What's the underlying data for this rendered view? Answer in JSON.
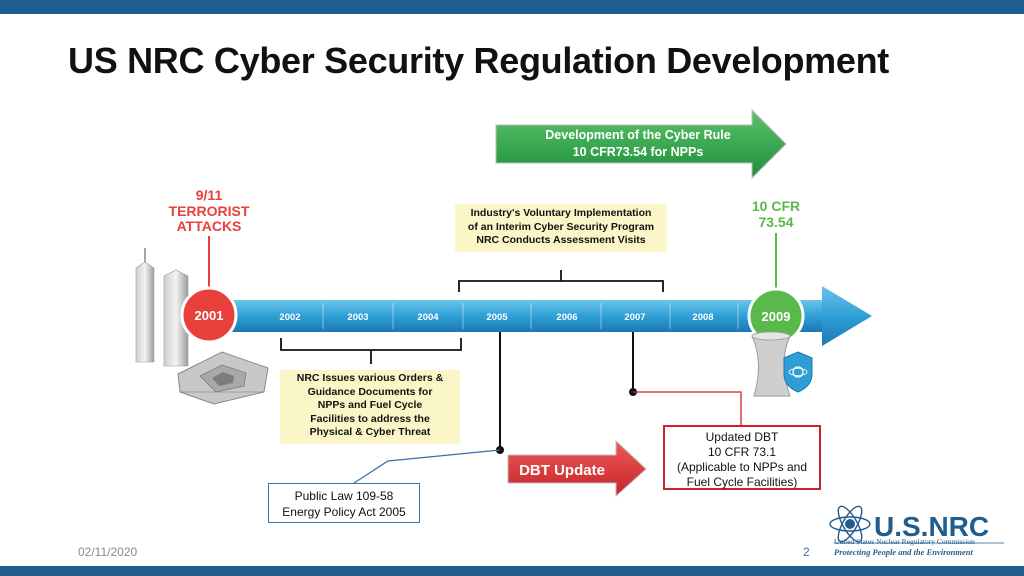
{
  "slide": {
    "title": "US NRC Cyber Security Regulation Development",
    "date": "02/11/2020",
    "page_number": "2"
  },
  "green_arrow": {
    "line1": "Development of the Cyber Rule",
    "line2": "10 CFR73.54 for NPPs"
  },
  "event_911": {
    "line1": "9/11",
    "line2": "TERRORIST",
    "line3": "ATTACKS"
  },
  "event_cfr": {
    "line1": "10 CFR",
    "line2": "73.54"
  },
  "industry_box": {
    "line1": "Industry's Voluntary Implementation",
    "line2": "of an Interim Cyber Security Program",
    "line3": "NRC Conducts Assessment Visits"
  },
  "nrc_orders_box": {
    "line1": "NRC Issues various Orders &",
    "line2": "Guidance Documents for",
    "line3": "NPPs and Fuel Cycle",
    "line4": "Facilities to address the",
    "line5": "Physical & Cyber Threat"
  },
  "updated_dbt_box": {
    "line1": "Updated DBT",
    "line2": "10 CFR 73.1",
    "line3": "(Applicable to NPPs and",
    "line4": "Fuel Cycle Facilities)"
  },
  "public_law_box": {
    "line1": "Public Law 109-58",
    "line2": "Energy Policy Act 2005"
  },
  "dbt_arrow": {
    "label": "DBT Update"
  },
  "timeline": {
    "start_year": "2001",
    "end_year": "2009",
    "years": [
      "2002",
      "2003",
      "2004",
      "2005",
      "2006",
      "2007",
      "2008"
    ]
  },
  "logo": {
    "name": "U.S.NRC",
    "line1": "United States Nuclear Regulatory Commission",
    "line2": "Protecting People and the Environment"
  },
  "colors": {
    "accent_blue": "#1f5d8f",
    "timeline_blue": "#2e9fd4",
    "event_red": "#e8403a",
    "event_green": "#59b94a",
    "box_red": "#d0202a"
  }
}
